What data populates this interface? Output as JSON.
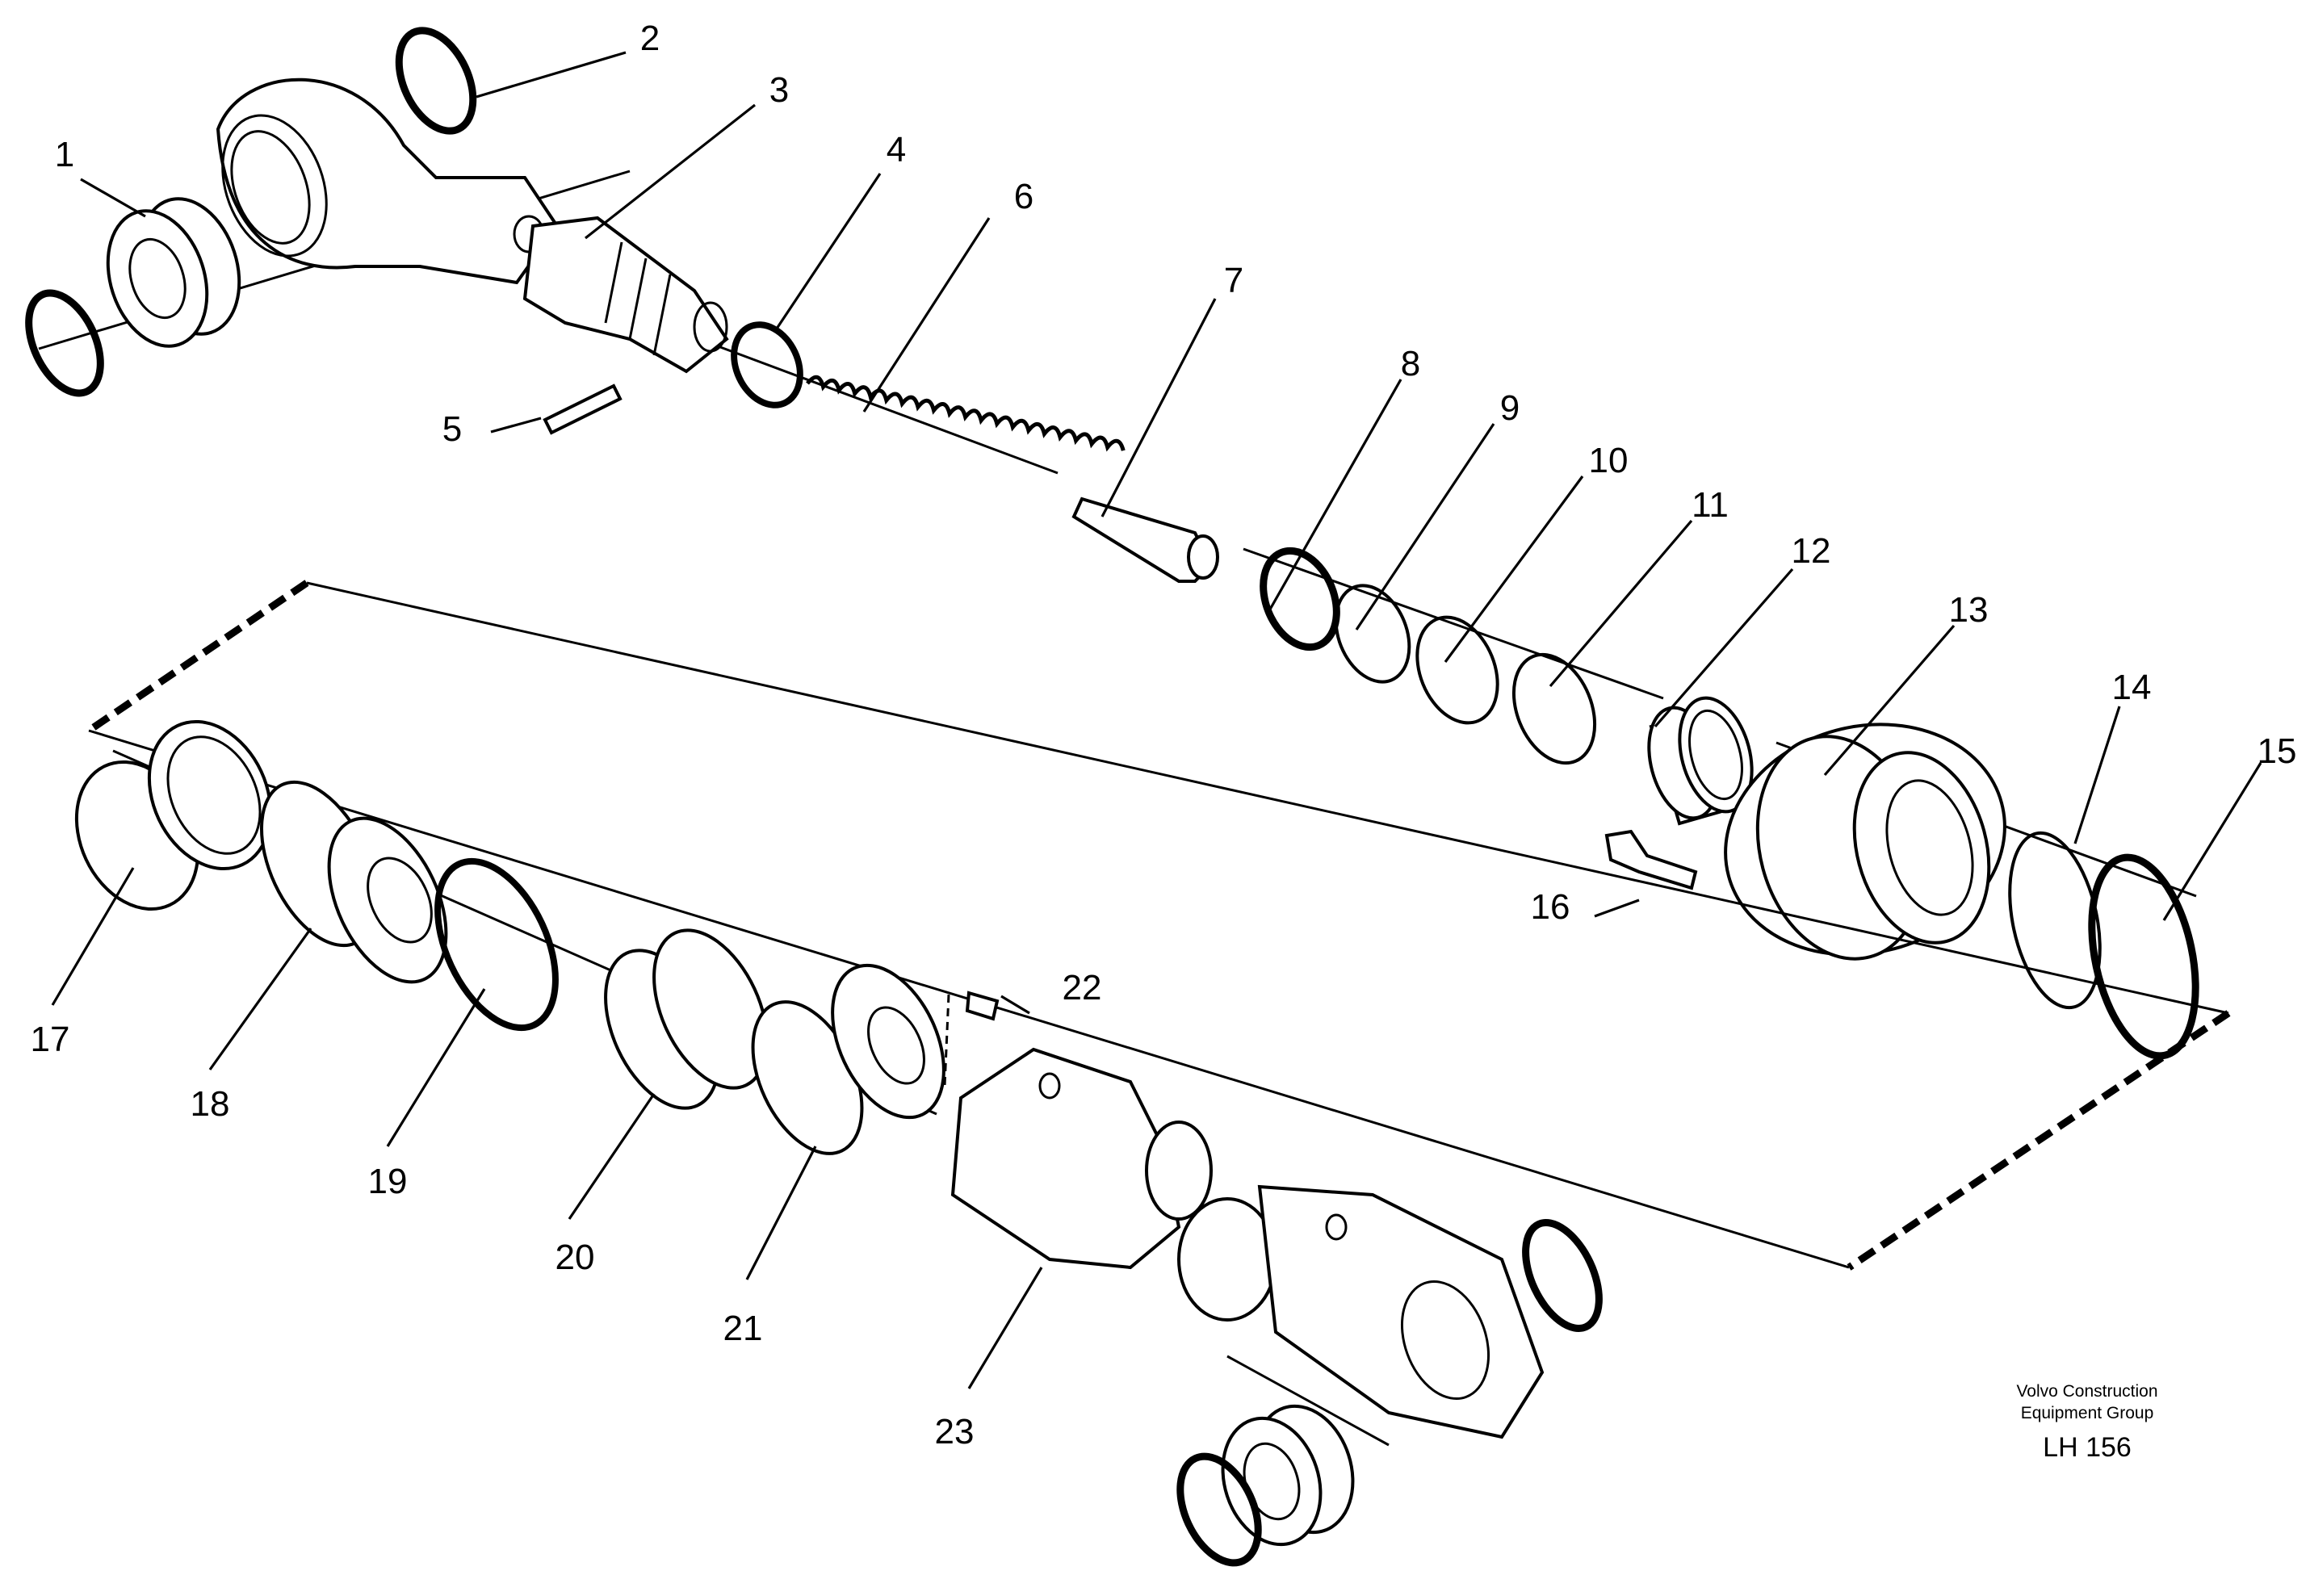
{
  "callouts": [
    "1",
    "2",
    "3",
    "4",
    "5",
    "6",
    "7",
    "8",
    "9",
    "10",
    "11",
    "12",
    "13",
    "14",
    "15",
    "16",
    "17",
    "18",
    "19",
    "20",
    "21",
    "22",
    "23"
  ],
  "caption": {
    "company_line1": "Volvo Construction",
    "company_line2": "Equipment Group",
    "drawing_code": "LH 156"
  }
}
